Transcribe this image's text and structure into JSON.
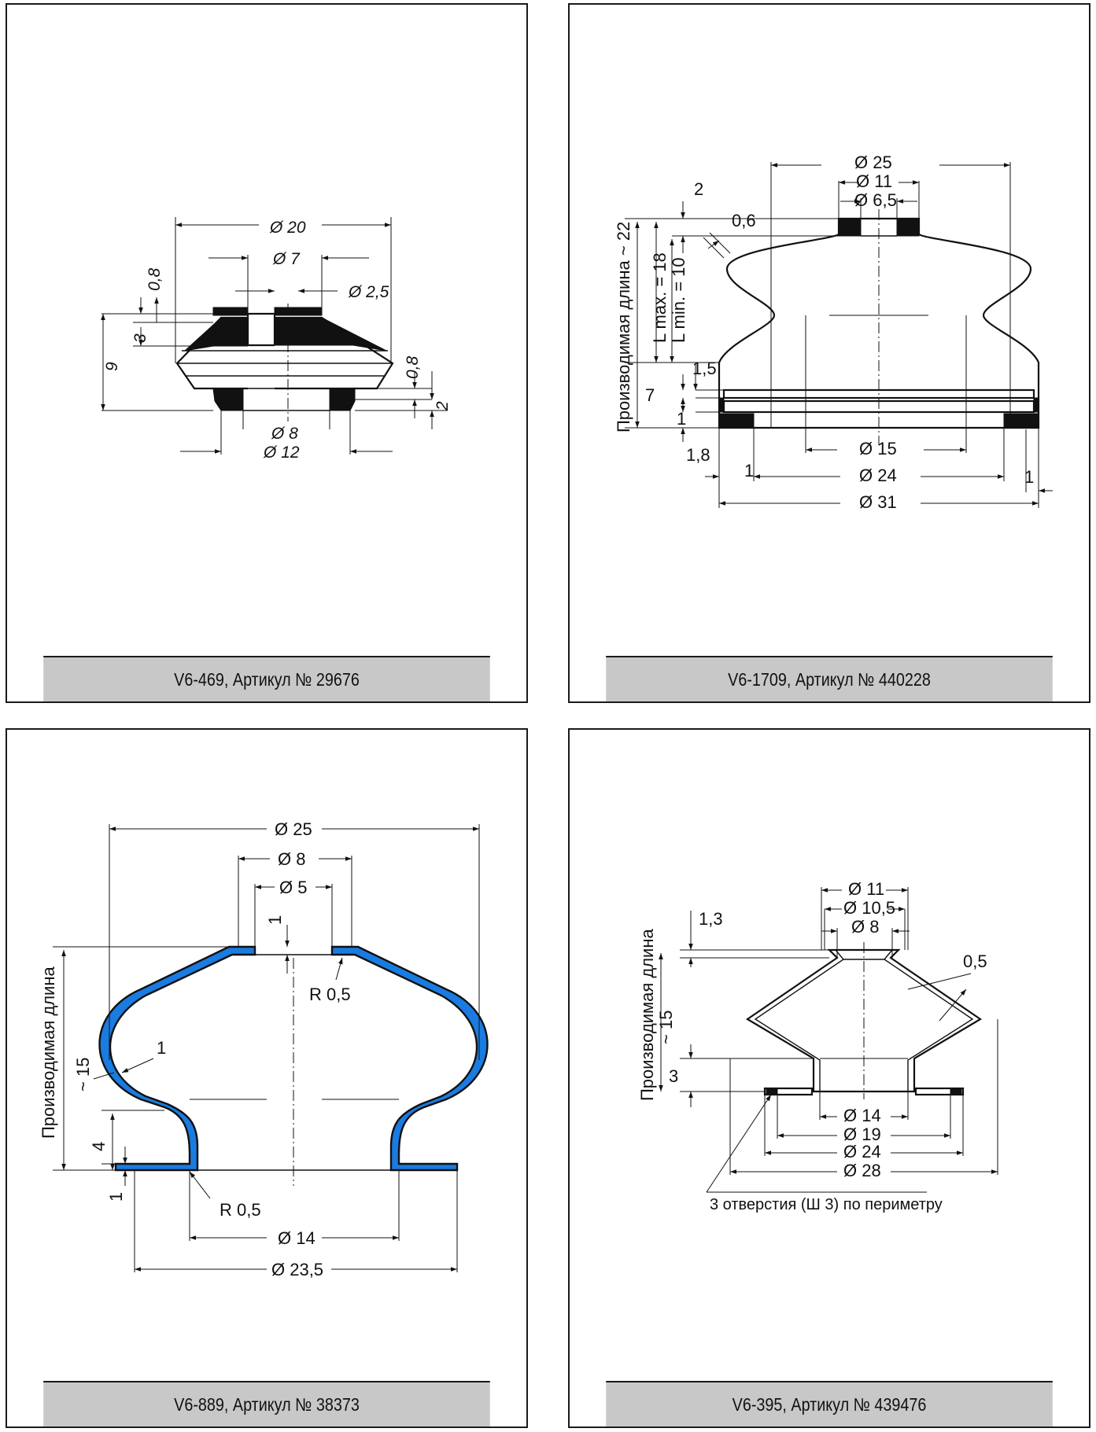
{
  "colors": {
    "background": "#ffffff",
    "caption_band": "#c8c8c8",
    "ink": "#111111",
    "profile_blue": "#1a7be0"
  },
  "panels": [
    {
      "caption": "V6-469, Артикул № 29676",
      "labels": {
        "d20": "Ø 20",
        "d7": "Ø 7",
        "d25": "Ø 2,5",
        "t08a": "0,8",
        "t3": "3",
        "t9": "9",
        "t08b": "0,8",
        "t2": "2",
        "d8": "Ø 8",
        "d12": "Ø 12"
      }
    },
    {
      "caption": "V6-1709, Артикул № 440228",
      "labels": {
        "d25": "Ø 25",
        "d11": "Ø 11",
        "d65": "Ø 6,5",
        "t2": "2",
        "t06": "0,6",
        "prod": "Производимая длина ~ 22",
        "lmax": "L max. = 18",
        "lmin": "L min. = 10",
        "t15": "1,5",
        "t7": "7",
        "t1": "1",
        "t18": "1,8",
        "d15": "Ø 15",
        "s1a": "1",
        "d24": "Ø 24",
        "s1b": "1",
        "d31": "Ø 31"
      }
    },
    {
      "caption": "V6-889, Артикул № 38373",
      "labels": {
        "d25": "Ø 25",
        "d8": "Ø 8",
        "d5": "Ø 5",
        "t1top": "1",
        "r05a": "R 0,5",
        "prod": "Производимая длина",
        "approx": "~ 15",
        "wall": "1",
        "t4": "4",
        "t1bot": "1",
        "r05b": "R 0,5",
        "d14": "Ø 14",
        "d235": "Ø 23,5"
      }
    },
    {
      "caption": "V6-395, Артикул № 439476",
      "labels": {
        "d11": "Ø 11",
        "d105": "Ø 10,5",
        "d8": "Ø 8",
        "t13": "1,3",
        "t05": "0,5",
        "prod": "Производимая длина",
        "approx": "~ 15",
        "t3": "3",
        "d14": "Ø 14",
        "d19": "Ø 19",
        "d24": "Ø 24",
        "d28": "Ø 28",
        "holes": "3 отверстия (Ш 3) по периметру"
      }
    }
  ]
}
